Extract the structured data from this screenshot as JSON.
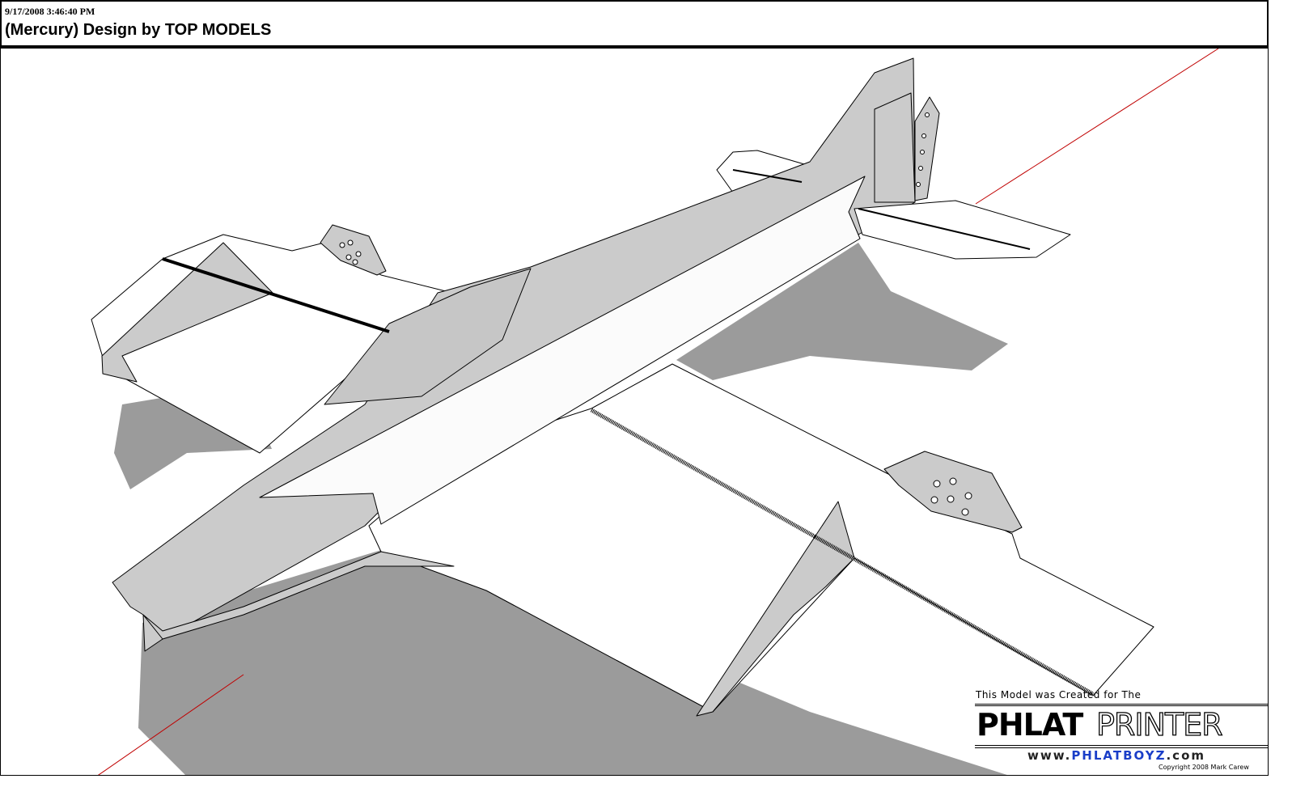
{
  "header": {
    "timestamp": "9/17/2008 3:46:40 PM",
    "title": "(Mercury) Design by TOP MODELS"
  },
  "logo": {
    "caption": "This Model was Created for The",
    "brand_bold": "PHLAT",
    "brand_outline": "PRINTER",
    "url_prefix": "www.",
    "url_brand": "PHLATBOYZ",
    "url_suffix": ".com",
    "copyright": "Copyright 2008 Mark Carew"
  },
  "colors": {
    "shadow": "#9b9b9b",
    "surface_shaded": "#cbcbcb",
    "axis_red": "#c00000",
    "url_blue": "#1a3ec8"
  }
}
